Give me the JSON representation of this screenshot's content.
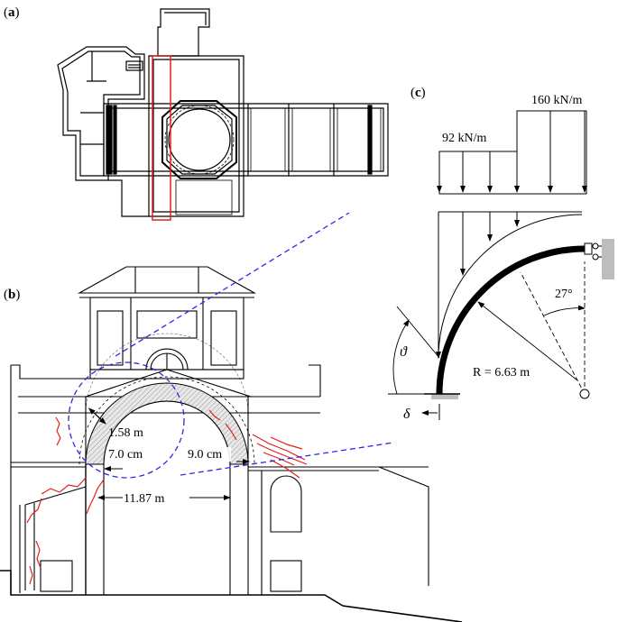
{
  "panels": {
    "a": {
      "open": "(",
      "letter": "a",
      "close": ")"
    },
    "b": {
      "open": "(",
      "letter": "b",
      "close": ")"
    },
    "c": {
      "open": "(",
      "letter": "c",
      "close": ")"
    }
  },
  "panel_c": {
    "load_left": "92 kN/m",
    "load_right": "160 kN/m",
    "angle": "27°",
    "radius": "R = 6.63 m",
    "theta_symbol": "ϑ",
    "delta_symbol": "δ"
  },
  "panel_b": {
    "thickness": "1.58 m",
    "crack_left": "7.0 cm",
    "crack_right": "9.0 cm",
    "span": "11.87 m"
  },
  "colors": {
    "line": "#000000",
    "crack": "#e02020",
    "highlight_box": "#e02020",
    "leader": "#2a2ae6",
    "arch_fill": "#e6e6e6",
    "support": "#bdbdbd"
  }
}
